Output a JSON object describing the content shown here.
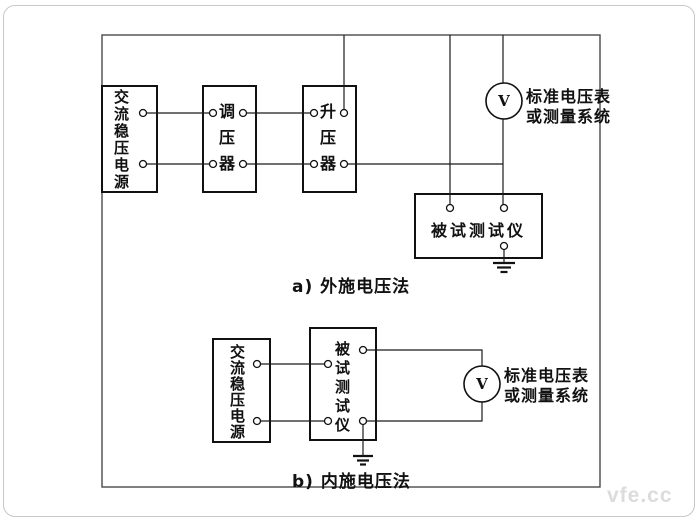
{
  "colors": {
    "wire": "#1a1a1a",
    "frame": "#4a4a4a",
    "box_border": "#111111",
    "watermark": "#dcdcdc"
  },
  "section_a": {
    "caption": "a) 外施电压法",
    "power_supply": "交流稳压电源",
    "voltage_regulator": "调压器",
    "step_up_transformer": "升压器",
    "tested_instrument": "被试测试仪",
    "meter": {
      "symbol": "V",
      "label_line1": "标准电压表",
      "label_line2": "或测量系统"
    }
  },
  "section_b": {
    "caption": "b) 内施电压法",
    "power_supply": "交流稳压电源",
    "tested_instrument": "被试测试仪",
    "meter": {
      "symbol": "V",
      "label_line1": "标准电压表",
      "label_line2": "或测量系统"
    }
  },
  "watermark": "vfe.cc"
}
